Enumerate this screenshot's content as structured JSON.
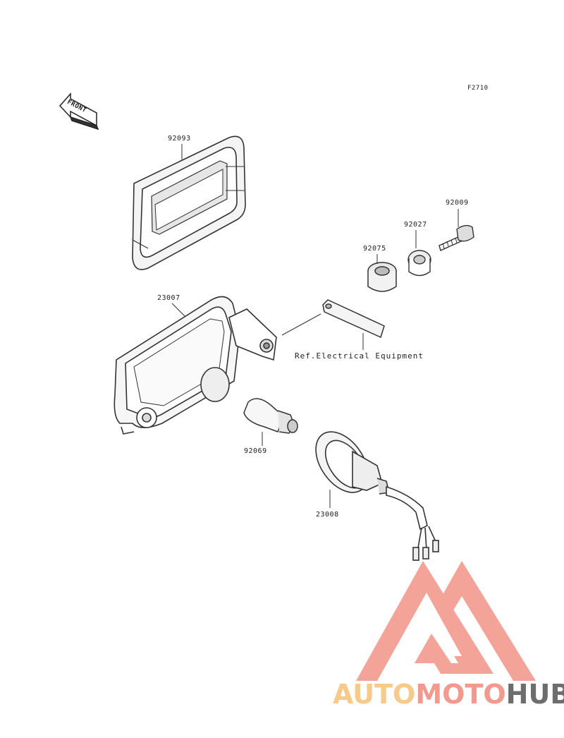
{
  "figure_code": "F2710",
  "front_label": "FRONT",
  "parts": [
    {
      "number": "92093",
      "part": "gasket"
    },
    {
      "number": "92009",
      "part": "screw"
    },
    {
      "number": "92027",
      "part": "collar"
    },
    {
      "number": "92075",
      "part": "damper"
    },
    {
      "number": "23007",
      "part": "headlamp-housing"
    },
    {
      "number": "92069",
      "part": "bulb"
    },
    {
      "number": "23008",
      "part": "socket-assembly"
    }
  ],
  "reference_note": "Ref.Electrical Equipment",
  "watermark": {
    "part1": "AUTO",
    "part2": "MOTO",
    "part3": "HUB",
    "colors": {
      "auto": "#f7c98a",
      "moto": "#f39a8e",
      "hub": "#6d6d6d",
      "logo": "#f39a8e"
    }
  }
}
